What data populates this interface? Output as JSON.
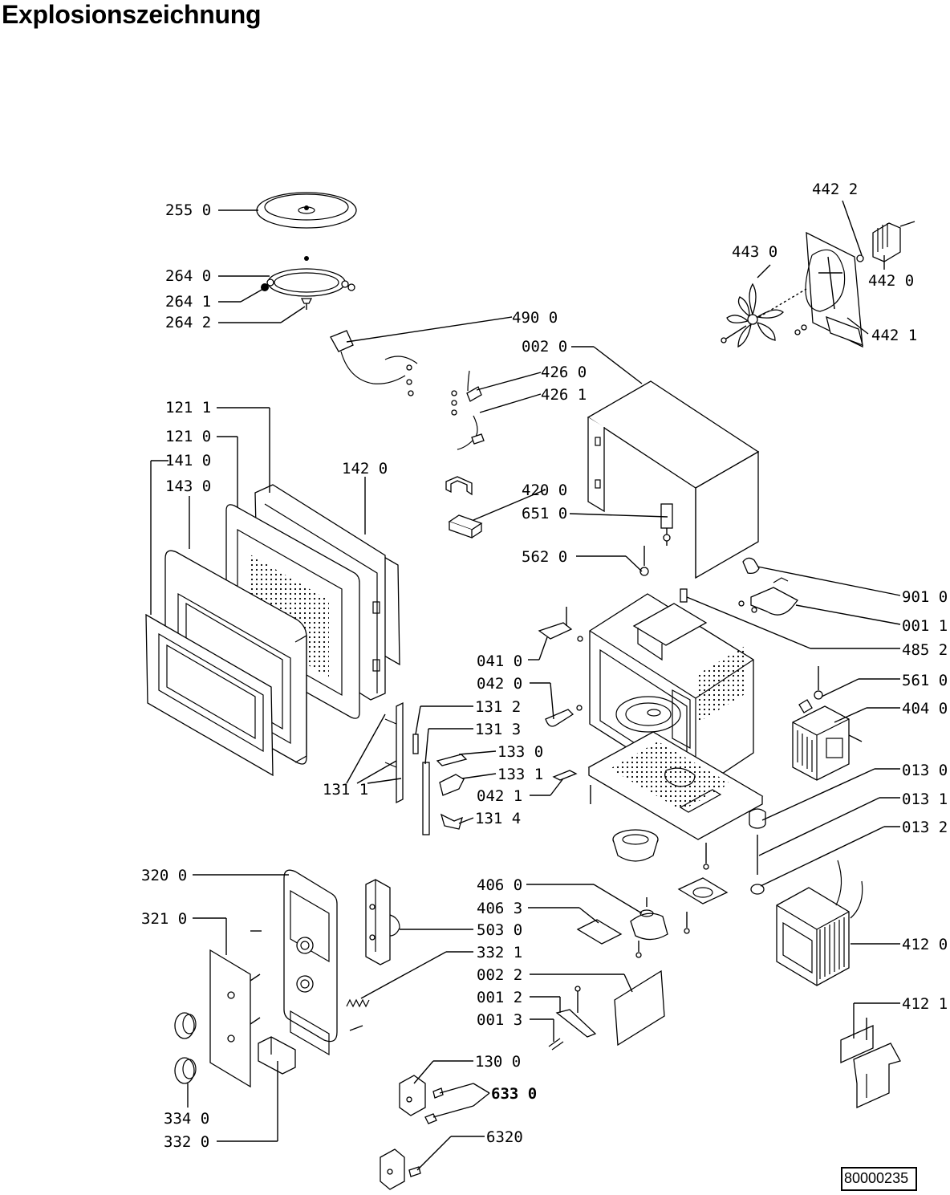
{
  "title": "Explosionszeichnung",
  "document_number": "80000235",
  "part_labels": [
    "255 0",
    "264 0",
    "264 1",
    "264 2",
    "490 0",
    "002 0",
    "426 0",
    "426 1",
    "121 1",
    "121 0",
    "141 0",
    "143 0",
    "142 0",
    "420 0",
    "651 0",
    "562 0",
    "442 2",
    "443 0",
    "442 0",
    "442 1",
    "901 0",
    "001 1",
    "485 2",
    "041 0",
    "042 0",
    "131 2",
    "131 3",
    "133 0",
    "133 1",
    "042 1",
    "131 4",
    "131 1",
    "561 0",
    "404 0",
    "013 0",
    "013 1",
    "013 2",
    "320 0",
    "321 0",
    "406 0",
    "406 3",
    "503 0",
    "332 1",
    "002 2",
    "001 2",
    "001 3",
    "412 0",
    "412 1",
    "130 0",
    "633 0",
    "6320",
    "334 0",
    "332 0"
  ]
}
